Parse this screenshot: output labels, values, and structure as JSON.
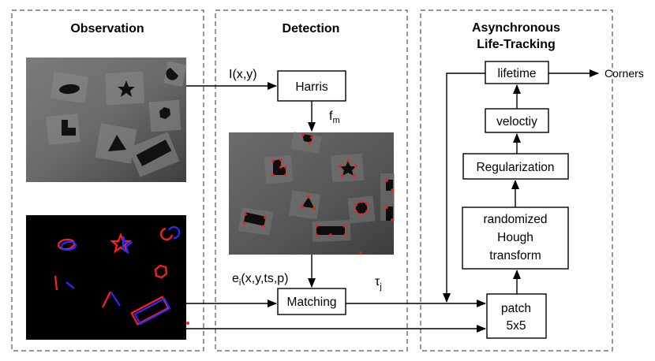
{
  "panels": {
    "observation": "Observation",
    "detection": "Detection",
    "tracking": [
      "Asynchronous",
      "Life-Tracking"
    ]
  },
  "boxes": {
    "harris": "Harris",
    "matching": "Matching",
    "lifetime": "lifetime",
    "velocity": "veloctiy",
    "regularization": "Regularization",
    "hough": [
      "randomized",
      "Hough",
      "transform"
    ],
    "patch": [
      "patch",
      "5x5"
    ]
  },
  "edge_labels": {
    "intensity": "I(x,y)",
    "fm_main": "f",
    "fm_sub": "m",
    "event_pre": "e",
    "event_sub": "i",
    "event_post": "(x,y,ts,p)",
    "tau_main": "τ",
    "tau_sub": "j",
    "corners": "Corners"
  },
  "colors": {
    "event_positive": "#ff2020",
    "event_negative": "#2b2bff",
    "corner_marks": "#ff1a1a"
  }
}
